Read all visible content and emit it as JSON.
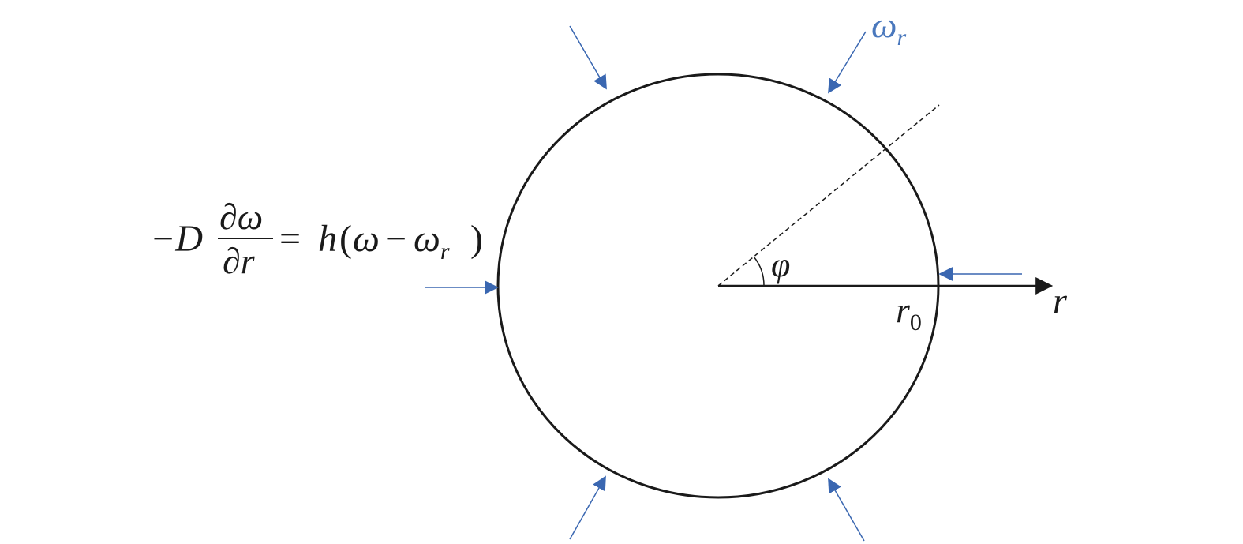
{
  "colors": {
    "stroke": "#1a1a1a",
    "arrow_blue": "#3a67b1",
    "label_blue": "#4a78bd",
    "background": "#ffffff"
  },
  "labels": {
    "omega_r": {
      "main": "ω",
      "sub": "r"
    },
    "phi": "φ",
    "r_axis": "r",
    "r0": {
      "main": "r",
      "sub": "0"
    }
  },
  "boundary_condition": {
    "lhs_sign_D": "−D",
    "numerator": "∂ω",
    "denominator": "∂r",
    "equals": "=",
    "h": "h",
    "paren_open": "(",
    "omega": "ω",
    "minus": "−",
    "omega_r_main": "ω",
    "omega_r_sub": "r",
    "paren_close": ")"
  }
}
